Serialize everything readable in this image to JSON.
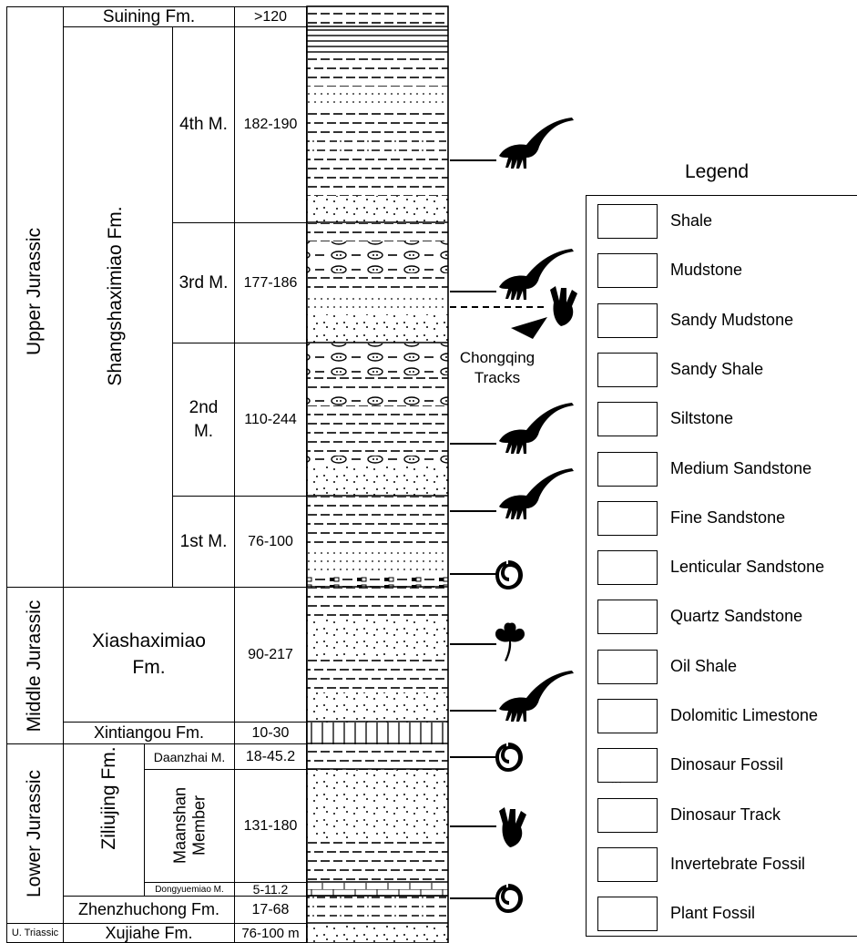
{
  "column": {
    "periods": [
      "Upper Jurassic",
      "Middle Jurassic",
      "Lower Jurassic",
      "U. Triassic"
    ],
    "formations": {
      "suining": "Suining Fm.",
      "shangshaximiao": "Shangshaximiao Fm.",
      "xiashaximiao": "Xiashaximiao\nFm.",
      "xintiangou": "Xintiangou Fm.",
      "ziliujing": "Ziliujing Fm.",
      "zhenzhuchong": "Zhenzhuchong Fm.",
      "xujiahe": "Xujiahe Fm."
    },
    "members": {
      "m4": "4th M.",
      "m3": "3rd M.",
      "m2": "2nd\nM.",
      "m1": "1st M.",
      "daanzhai": "Daanzhai M.",
      "maanshan": "Maanshan\nMember",
      "dongyuemiao": "Dongyuemiao M."
    },
    "thickness": {
      "suining": ">120",
      "m4": "182-190",
      "m3": "177-186",
      "m2": "110-244",
      "m1": "76-100",
      "xiashaximiao": "90-217",
      "xintiangou": "10-30",
      "daanzhai": "18-45.2",
      "maanshan": "131-180",
      "dongyuemiao": "5-11.2",
      "zhenzhuchong": "17-68",
      "xujiahe": "76-100 m"
    }
  },
  "annotation": {
    "chongqing_tracks": "Chongqing\nTracks"
  },
  "legend": {
    "title": "Legend",
    "items": [
      "Shale",
      "Mudstone",
      "Sandy Mudstone",
      "Sandy Shale",
      "Siltstone",
      "Medium Sandstone",
      "Fine Sandstone",
      "Lenticular Sandstone",
      "Quartz Sandstone",
      "Oil Shale",
      "Dolomitic Limestone",
      "Dinosaur Fossil",
      "Dinosaur Track",
      "Invertebrate Fossil",
      "Plant Fossil"
    ]
  }
}
